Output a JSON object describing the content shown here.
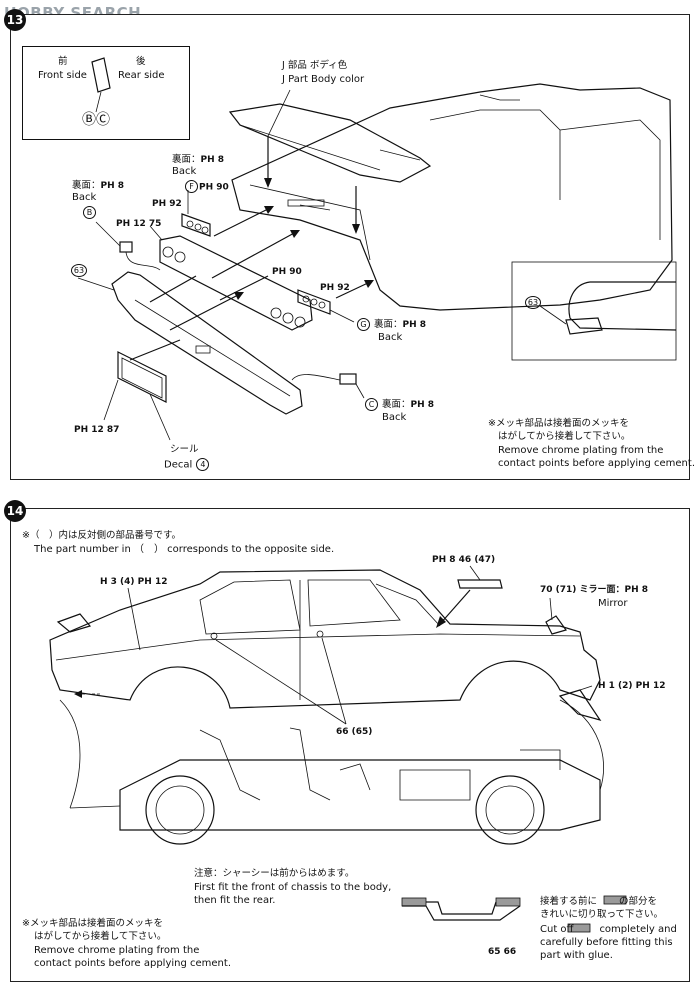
{
  "watermark": "HOBBY SEARCH",
  "step13": {
    "number": "13",
    "inset_front_jp": "前",
    "inset_front_en": "Front side",
    "inset_rear_jp": "後",
    "inset_rear_en": "Rear side",
    "inset_parts": "ⒷⒸ",
    "jpart_jp": "J 部品 ボディ色",
    "jpart_en": "J Part Body color",
    "back1_jp": "裏面：",
    "back1_code": "PH 8",
    "back1_en": "Back",
    "f_part": "F",
    "f_code": "PH 90",
    "back2_jp": "裏面：",
    "back2_code": "PH 8",
    "back2_en": "Back",
    "b_part": "B",
    "ph92_a": "PH 92",
    "ph12_75": "PH 12 75",
    "p63": "63",
    "ph90_b": "PH 90",
    "ph92_b": "PH 92",
    "g_part": "G",
    "back3_jp": "裏面：",
    "back3_code": "PH 8",
    "back3_en": "Back",
    "c_part": "C",
    "back4_jp": "裏面：",
    "back4_code": "PH 8",
    "back4_en": "Back",
    "ph12_87": "PH 12 87",
    "seal_jp": "シール",
    "decal_en": "Decal",
    "decal_num": "4",
    "detail_63": "63",
    "note_jp1": "※メッキ部品は接着面のメッキを",
    "note_jp2": "はがしてから接着して下さい。",
    "note_en1": "Remove chrome plating from the",
    "note_en2": "contact points before applying cement."
  },
  "step14": {
    "number": "14",
    "note_opposite_jp": "※（　）内は反対側の部品番号です。",
    "note_opposite_en": "The part number in （　） corresponds to the opposite side.",
    "wing_label": "PH 8 46 (47)",
    "h34_label": "H 3 (4) PH 12",
    "mirror_label": "70 (71) ミラー面：PH 8",
    "mirror_en": "Mirror",
    "h12_label": "H 1 (2) PH 12",
    "p6665": "66 (65)",
    "chassis_jp": "注意：シャーシーは前からはめます。",
    "chassis_en1": "First fit the front of chassis to the body,",
    "chassis_en2": "then fit the rear.",
    "plating_jp1": "※メッキ部品は接着面のメッキを",
    "plating_jp2": "はがしてから接着して下さい。",
    "plating_en1": "Remove chrome plating from the",
    "plating_en2": "contact points before applying cement.",
    "parts_6566": "65 66",
    "cut_jp1": "接着する前に",
    "cut_jp1b": "の部分を",
    "cut_jp2": "きれいに切り取って下さい。",
    "cut_en1": "Cut off",
    "cut_en1b": "completely and",
    "cut_en2": "carefully before fitting this",
    "cut_en3": "part with glue."
  }
}
